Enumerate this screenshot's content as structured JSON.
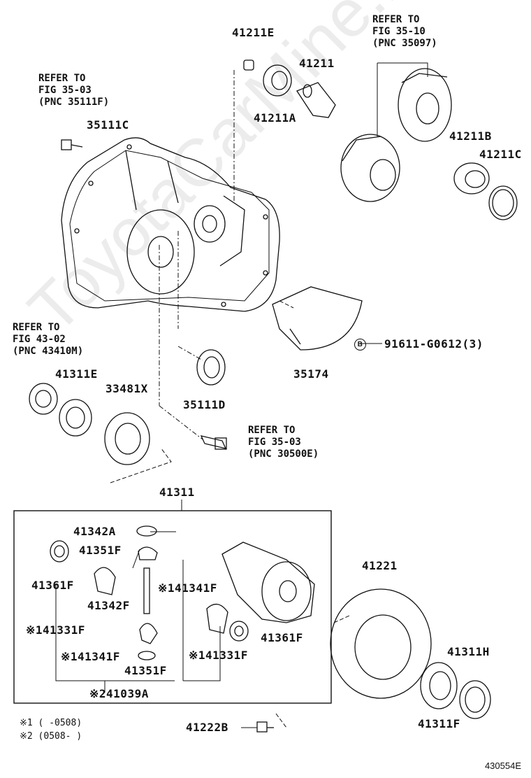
{
  "watermark": "ToyotaCarMine.ru",
  "figure_id": "430554E",
  "notes": {
    "note1": "※1 (     -0508)",
    "note2": "※2 (0508-     )"
  },
  "refs": {
    "top_right": [
      "REFER TO",
      "FIG 35-10",
      "(PNC 35097)"
    ],
    "upper_left": [
      "REFER TO",
      "FIG 35-03",
      "(PNC 35111F)"
    ],
    "mid_left": [
      "REFER TO",
      "FIG 43-02",
      "(PNC 43410M)"
    ],
    "bolt": [
      "REFER TO",
      "FIG 35-03",
      "(PNC 30500E)"
    ]
  },
  "parts": {
    "p41211E": "41211E",
    "p41211": "41211",
    "p41211A": "41211A",
    "p35111C": "35111C",
    "p41211B": "41211B",
    "p41211C": "41211C",
    "p91611": "91611-G0612(3)",
    "p91611_mark": "B",
    "p35174": "35174",
    "p35111D": "35111D",
    "p41311E": "41311E",
    "p33481X": "33481X",
    "p41311": "41311",
    "p41342A": "41342A",
    "p41351F_top": "41351F",
    "p41341F_right": "※141341F",
    "p41361F_left": "41361F",
    "p41342F": "41342F",
    "p41331F_left": "※141331F",
    "p41341F_left": "※141341F",
    "p41351F_bot": "41351F",
    "p41331F_right": "※141331F",
    "p41361F_right": "41361F",
    "p41039A": "※241039A",
    "p41221": "41221",
    "p41311H": "41311H",
    "p41311F": "41311F",
    "p41222B": "41222B"
  }
}
